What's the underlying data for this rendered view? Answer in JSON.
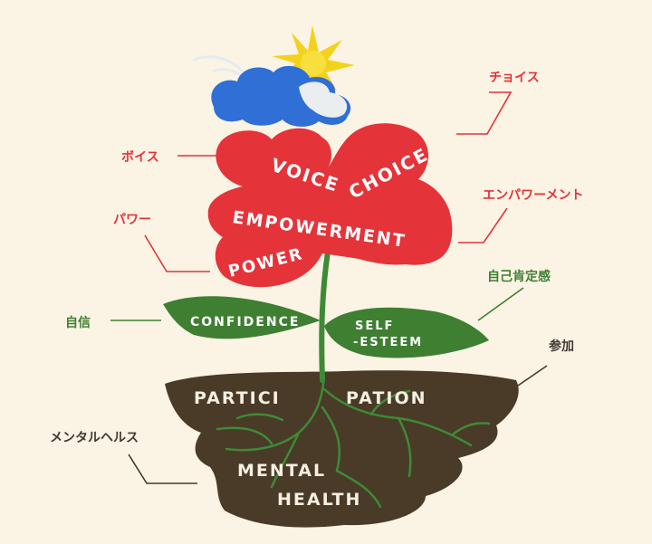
{
  "flower": {
    "voice": "VOICE",
    "choice": "CHOICE",
    "empowerment": "EMPOWERMENT",
    "power": "POWER"
  },
  "leaves": {
    "confidence": "CONFIDENCE",
    "self_line1": "SELF",
    "self_line2": "-ESTEEM"
  },
  "soil": {
    "participation_left": "PARTICI",
    "participation_right": "PATION",
    "mental": "MENTAL",
    "health": "HEALTH"
  },
  "labels": {
    "choice": "チョイス",
    "voice": "ボイス",
    "empowerment": "エンパワーメント",
    "power": "パワー",
    "self_esteem": "自己肯定感",
    "confidence": "自信",
    "participation": "参加",
    "mental_health": "メンタルヘルス"
  },
  "colors": {
    "background": "#fbf3e4",
    "flower_red": "#e5333a",
    "leaf_green": "#3e7f32",
    "soil_brown": "#4a3a28",
    "cloud_blue": "#2f6fd6",
    "sun_yellow": "#f2d21c"
  }
}
